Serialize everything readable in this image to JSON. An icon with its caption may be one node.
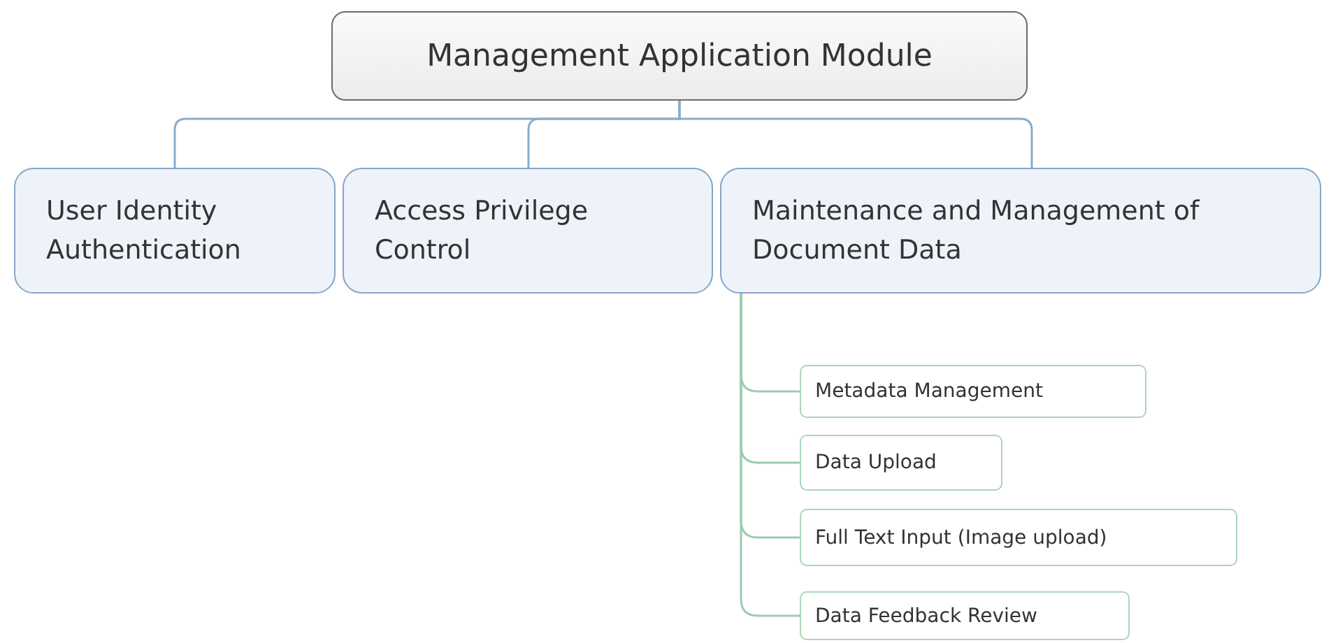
{
  "diagram": {
    "nodes": [
      {
        "text": [
          "Management Application Module"
        ]
      },
      {
        "text": [
          "User Identity Authentication"
        ]
      },
      {
        "text": [
          "Access Privilege Control"
        ]
      },
      {
        "text": [
          "Maintenance and Management of Document Data"
        ]
      },
      {
        "text": [
          "Metadata Management"
        ]
      },
      {
        "text": [
          "Data Upload"
        ]
      },
      {
        "text": [
          "Full Text Input (Image upload)"
        ]
      },
      {
        "text": [
          "Data Feedback Review"
        ]
      }
    ],
    "edges": [
      {
        "from": 0,
        "to": 1,
        "arrow": "none",
        "color": "#8aaccc"
      },
      {
        "from": 0,
        "to": 2,
        "arrow": "none",
        "color": "#8aaccc"
      },
      {
        "from": 0,
        "to": 3,
        "arrow": "none",
        "color": "#8aaccc"
      },
      {
        "from": 3,
        "to": 4,
        "arrow": "none"
      },
      {
        "from": 3,
        "to": 5,
        "arrow": "none"
      },
      {
        "from": 3,
        "to": 6,
        "arrow": "none"
      },
      {
        "from": 3,
        "to": 7,
        "arrow": "none"
      }
    ]
  }
}
